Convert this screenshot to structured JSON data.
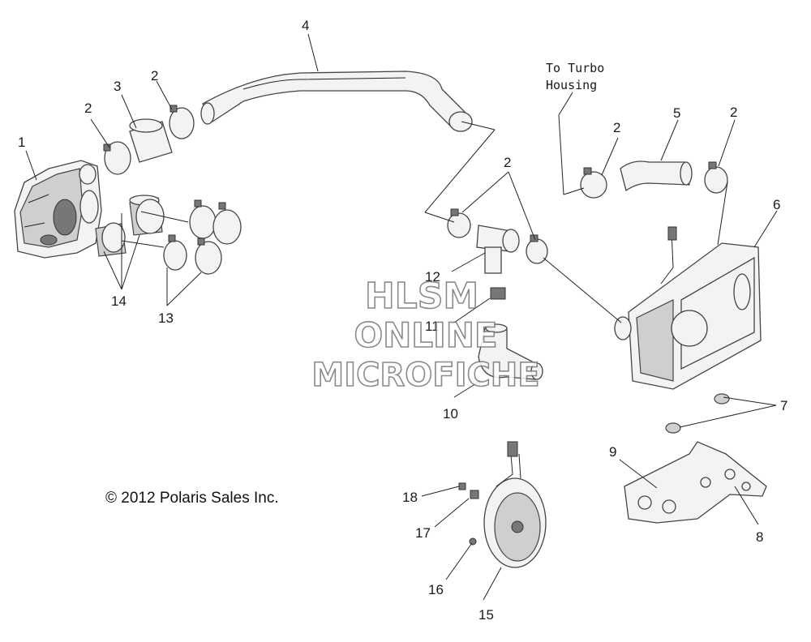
{
  "callouts": [
    {
      "id": "c1",
      "text": "1"
    },
    {
      "id": "c2a",
      "text": "2"
    },
    {
      "id": "c2b",
      "text": "2"
    },
    {
      "id": "c3",
      "text": "3"
    },
    {
      "id": "c4",
      "text": "4"
    },
    {
      "id": "c2c",
      "text": "2"
    },
    {
      "id": "c5",
      "text": "5"
    },
    {
      "id": "c2d",
      "text": "2"
    },
    {
      "id": "c6",
      "text": "6"
    },
    {
      "id": "c2e",
      "text": "2"
    },
    {
      "id": "c12",
      "text": "12"
    },
    {
      "id": "c11",
      "text": "11"
    },
    {
      "id": "c10",
      "text": "10"
    },
    {
      "id": "c14",
      "text": "14"
    },
    {
      "id": "c13",
      "text": "13"
    },
    {
      "id": "c7",
      "text": "7"
    },
    {
      "id": "c9",
      "text": "9"
    },
    {
      "id": "c8",
      "text": "8"
    },
    {
      "id": "c18",
      "text": "18"
    },
    {
      "id": "c17",
      "text": "17"
    },
    {
      "id": "c16",
      "text": "16"
    },
    {
      "id": "c15",
      "text": "15"
    }
  ],
  "note": {
    "line1": "To Turbo",
    "line2": "Housing"
  },
  "copyright": "© 2012 Polaris Sales Inc.",
  "watermark": {
    "line1": "HLSM",
    "line2": "ONLINE",
    "line3": "MICROFICHE"
  }
}
